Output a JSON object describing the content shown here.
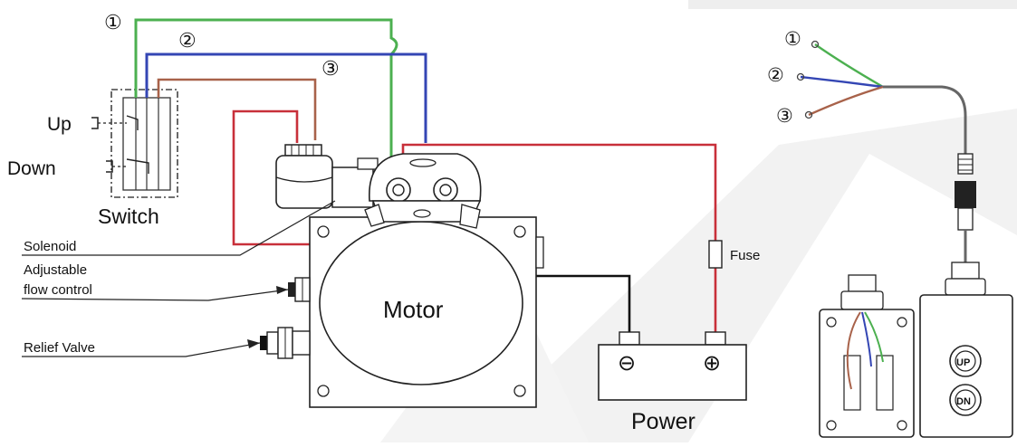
{
  "labels": {
    "up": "Up",
    "down": "Down",
    "switch": "Switch",
    "solenoid": "Solenoid",
    "adjustable_line1": "Adjustable",
    "adjustable_line2": "flow control",
    "relief_valve": "Relief Valve",
    "motor": "Motor",
    "fuse": "Fuse",
    "power": "Power",
    "battery_minus": "⊖",
    "battery_plus": "⊕",
    "pendant_up": "UP",
    "pendant_dn": "DN"
  },
  "wire_numbers": {
    "one": "①",
    "two": "②",
    "three": "③"
  },
  "colors": {
    "wire_1": "#4cb050",
    "wire_2": "#3446b4",
    "wire_3": "#a8624a",
    "power_wire": "#c8303a",
    "ground_wire": "#111111",
    "line": "#222222",
    "watermark": "#efefef"
  }
}
